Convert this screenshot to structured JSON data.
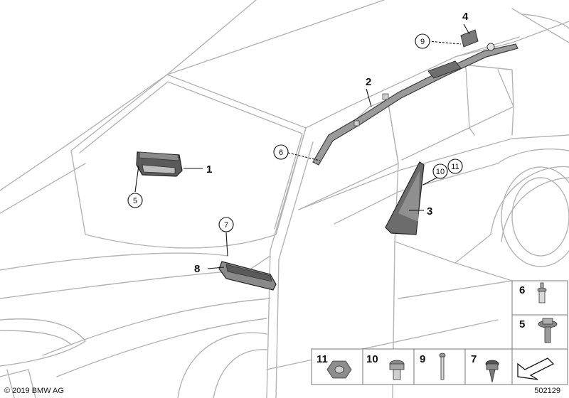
{
  "parts": {
    "p1": "1",
    "p2": "2",
    "p3": "3",
    "p4": "4",
    "p5": "5",
    "p6": "6",
    "p7": "7",
    "p8": "8",
    "p9": "9",
    "p10": "10",
    "p11": "11"
  },
  "legend": {
    "row1": [
      "6"
    ],
    "row2": [
      "5"
    ],
    "row3": [
      "11",
      "10",
      "9",
      "7"
    ]
  },
  "footer": {
    "copyright": "© 2019 BMW AG",
    "figure_id": "502129"
  },
  "colors": {
    "outline": "#b4b4b4",
    "part_dark": "#4a4a4a",
    "part_mid": "#8c8c8c",
    "text": "#111111"
  }
}
